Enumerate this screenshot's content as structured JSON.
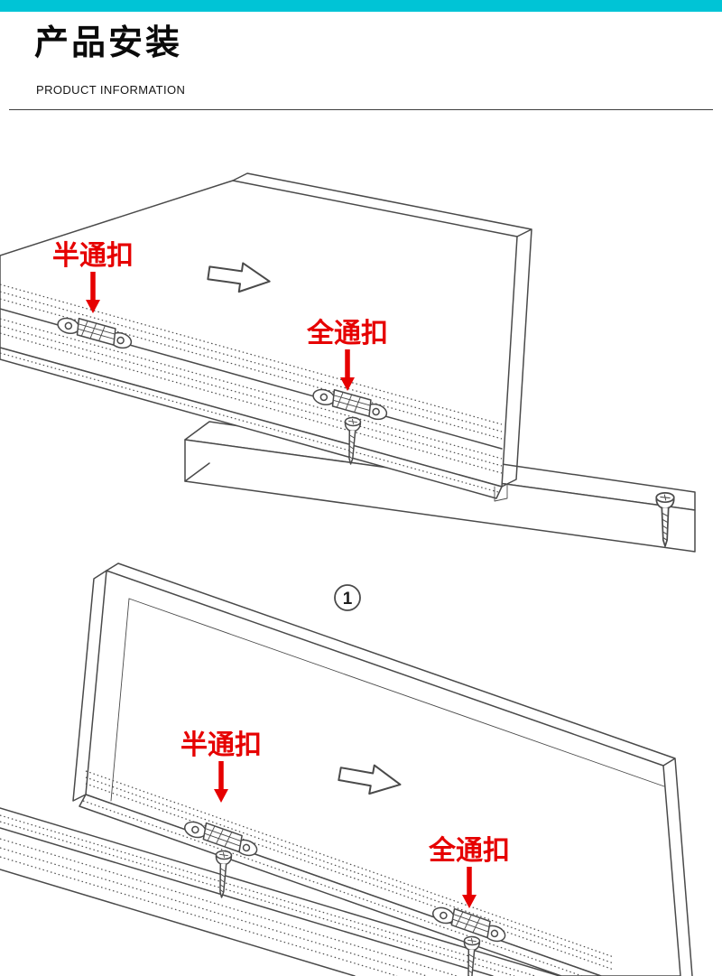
{
  "theme": {
    "accent": "#00c4d6",
    "label_red": "#e60000",
    "line": "#4a4a4a"
  },
  "header": {
    "title": "产品安装",
    "subtitle": "PRODUCT INFORMATION"
  },
  "diagram1": {
    "half_label": "半通扣",
    "full_label": "全通扣",
    "step_number": "1"
  },
  "diagram2": {
    "half_label": "半通扣",
    "full_label": "全通扣"
  }
}
